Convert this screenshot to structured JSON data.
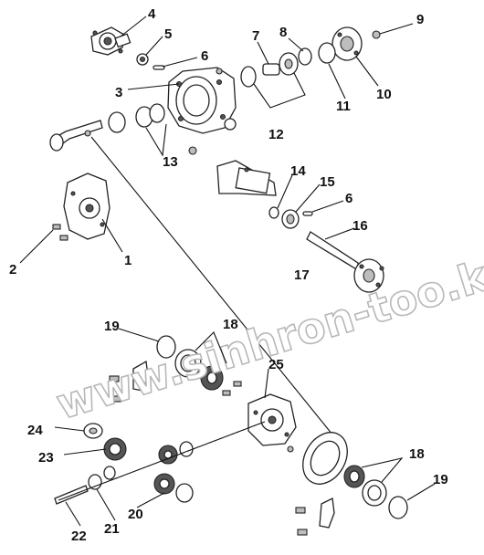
{
  "watermark": "www.sinhron-too.kz",
  "callouts": [
    {
      "id": "c1",
      "label": "1"
    },
    {
      "id": "c2",
      "label": "2"
    },
    {
      "id": "c3",
      "label": "3"
    },
    {
      "id": "c4",
      "label": "4"
    },
    {
      "id": "c5",
      "label": "5"
    },
    {
      "id": "c6a",
      "label": "6"
    },
    {
      "id": "c6b",
      "label": "6"
    },
    {
      "id": "c7",
      "label": "7"
    },
    {
      "id": "c8",
      "label": "8"
    },
    {
      "id": "c9",
      "label": "9"
    },
    {
      "id": "c10",
      "label": "10"
    },
    {
      "id": "c11",
      "label": "11"
    },
    {
      "id": "c12",
      "label": "12"
    },
    {
      "id": "c13",
      "label": "13"
    },
    {
      "id": "c14",
      "label": "14"
    },
    {
      "id": "c15",
      "label": "15"
    },
    {
      "id": "c16",
      "label": "16"
    },
    {
      "id": "c17",
      "label": "17"
    },
    {
      "id": "c18a",
      "label": "18"
    },
    {
      "id": "c18b",
      "label": "18"
    },
    {
      "id": "c19a",
      "label": "19"
    },
    {
      "id": "c19b",
      "label": "19"
    },
    {
      "id": "c20",
      "label": "20"
    },
    {
      "id": "c21",
      "label": "21"
    },
    {
      "id": "c22",
      "label": "22"
    },
    {
      "id": "c23",
      "label": "23"
    },
    {
      "id": "c24",
      "label": "24"
    },
    {
      "id": "c25",
      "label": "25"
    }
  ]
}
